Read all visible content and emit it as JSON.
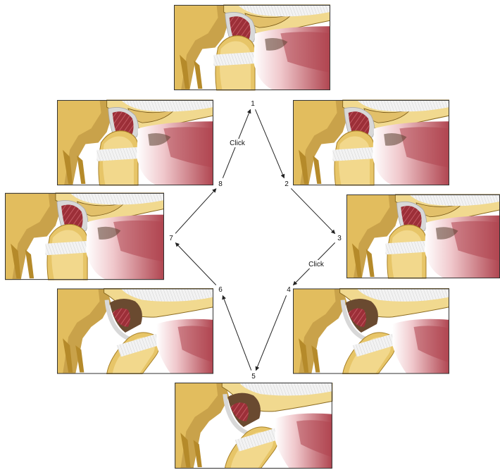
{
  "colors": {
    "background": "#ffffff",
    "bone": "#e7c568",
    "bone_dark": "#b8902e",
    "bone_light": "#f1d98f",
    "marrow": "#a8323a",
    "disc": "#d9d9d9",
    "cavity": "#6a4a30",
    "muscle": "#b04550",
    "muscle_light": "#e8b0b5",
    "ligament": "#f2f2f2",
    "arrow": "#222222"
  },
  "stages": [
    {
      "label": "1",
      "phase": "closed",
      "has_click": false
    },
    {
      "label": "2",
      "phase": "early-open",
      "has_click": false
    },
    {
      "label": "3",
      "phase": "displaced",
      "has_click": true,
      "click_label": "Click"
    },
    {
      "label": "4",
      "phase": "reduced",
      "has_click": false
    },
    {
      "label": "5",
      "phase": "open",
      "has_click": false
    },
    {
      "label": "6",
      "phase": "early-close",
      "has_click": false
    },
    {
      "label": "7",
      "phase": "closing",
      "has_click": false
    },
    {
      "label": "8",
      "phase": "reciprocal-click",
      "has_click": true,
      "click_label": "Click"
    }
  ],
  "panels": [
    {
      "name": "panel-top",
      "variant": "closed"
    },
    {
      "name": "panel-upper-left",
      "variant": "closed"
    },
    {
      "name": "panel-upper-right",
      "variant": "closed"
    },
    {
      "name": "panel-middle-left",
      "variant": "closed"
    },
    {
      "name": "panel-middle-right",
      "variant": "closed"
    },
    {
      "name": "panel-lower-left",
      "variant": "open"
    },
    {
      "name": "panel-lower-right",
      "variant": "open"
    },
    {
      "name": "panel-bottom",
      "variant": "open"
    }
  ]
}
